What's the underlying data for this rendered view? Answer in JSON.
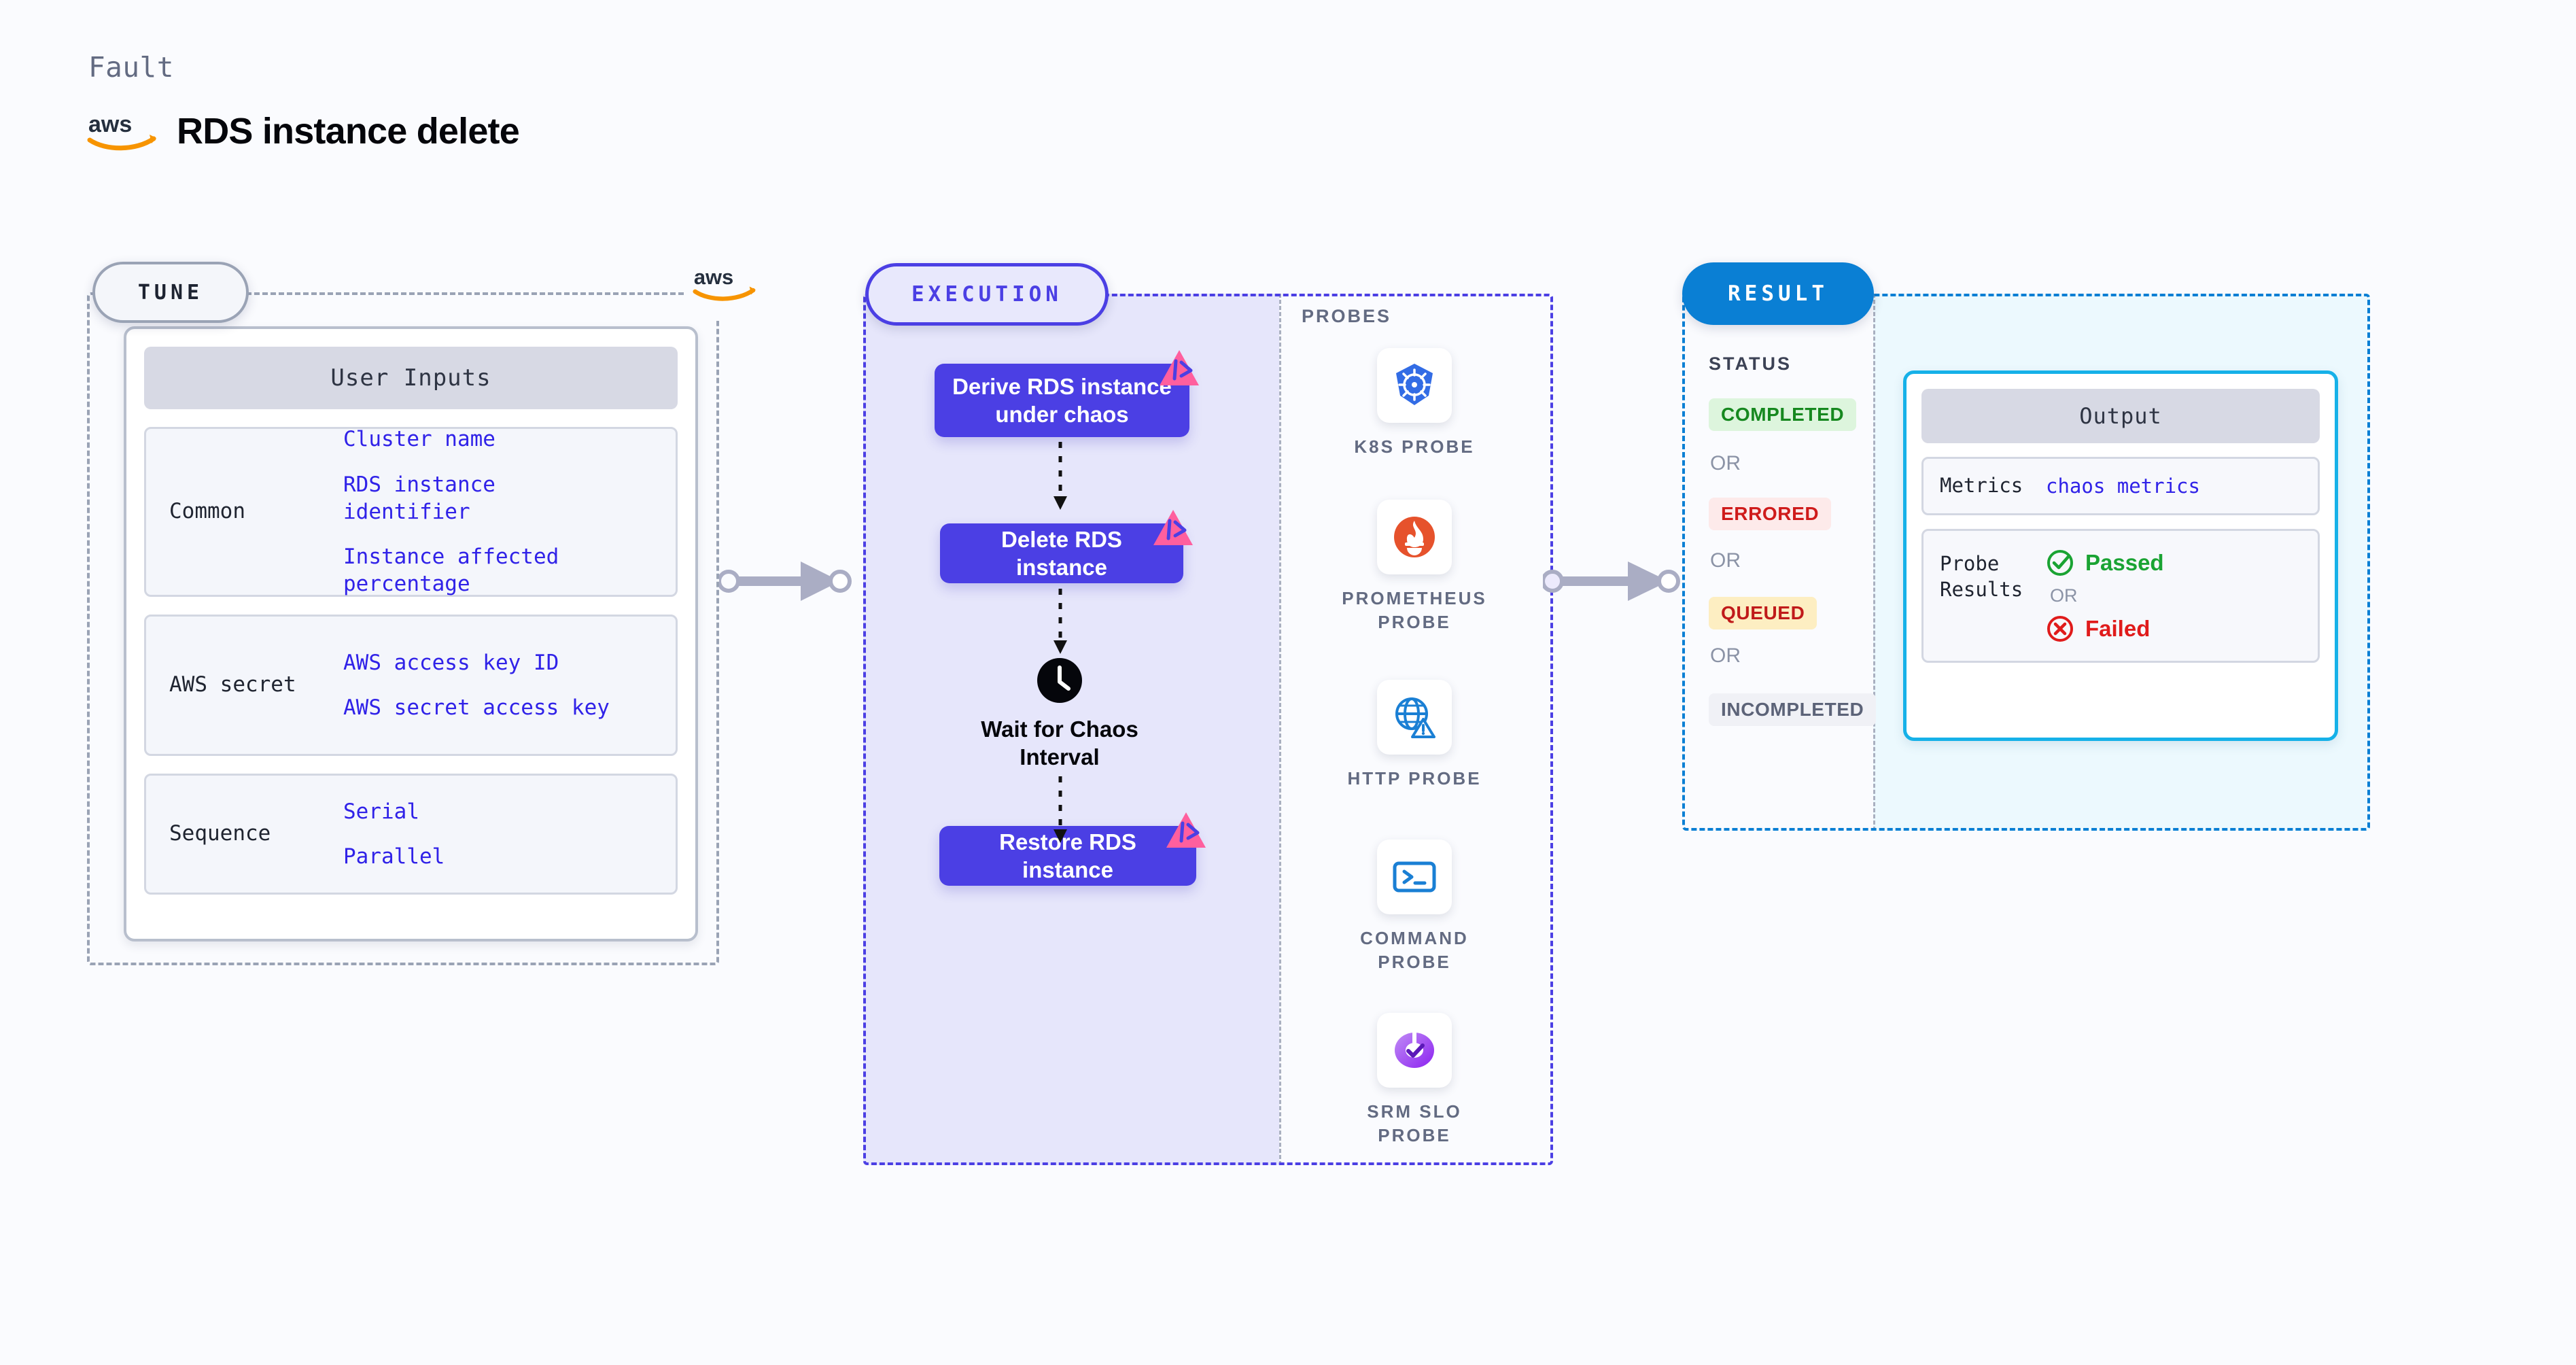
{
  "header": {
    "kicker": "Fault",
    "title": "RDS instance delete",
    "logo_icon": "aws-logo-icon"
  },
  "colors": {
    "background": "#fafbfe",
    "tune_border": "#9aa3b5",
    "execution_accent": "#4b3fe4",
    "execution_fill": "#e6e6fb",
    "result_accent": "#0a7fd4",
    "result_fill": "#ecf9fe",
    "value_text": "#3022e8",
    "litmus_pink": "#ff5f9e",
    "aws_orange": "#f79400",
    "passed_green": "#1aa333",
    "failed_red": "#e01b1b",
    "output_border": "#16b1e8"
  },
  "tune": {
    "pill_label": "TUNE",
    "logo_icon": "aws-logo-icon",
    "card_title": "User Inputs",
    "groups": [
      {
        "label": "Common",
        "values": [
          "Cluster name",
          "RDS instance identifier",
          "Instance affected percentage"
        ]
      },
      {
        "label": "AWS secret",
        "values": [
          "AWS access key ID",
          "AWS secret access key"
        ]
      },
      {
        "label": "Sequence",
        "values": [
          "Serial",
          "Parallel"
        ]
      }
    ]
  },
  "execution": {
    "pill_label": "EXECUTION",
    "nodes": [
      {
        "label": "Derive RDS instance under chaos",
        "badge_icon": "litmus-icon",
        "type": "task"
      },
      {
        "label": "Delete RDS instance",
        "badge_icon": "litmus-icon",
        "type": "task"
      },
      {
        "label": "Wait for Chaos Interval",
        "badge_icon": "clock-icon",
        "type": "wait"
      },
      {
        "label": "Restore RDS instance",
        "badge_icon": "litmus-icon",
        "type": "task"
      }
    ],
    "probes_label": "PROBES",
    "probes": [
      {
        "label": "K8S PROBE",
        "icon": "kubernetes-icon"
      },
      {
        "label": "PROMETHEUS PROBE",
        "icon": "prometheus-icon"
      },
      {
        "label": "HTTP PROBE",
        "icon": "http-globe-icon"
      },
      {
        "label": "COMMAND PROBE",
        "icon": "terminal-icon"
      },
      {
        "label": "SRM SLO PROBE",
        "icon": "srm-slo-icon"
      }
    ]
  },
  "result": {
    "pill_label": "RESULT",
    "status_label": "STATUS",
    "or_label": "OR",
    "statuses": [
      {
        "label": "COMPLETED",
        "bg": "#ddf5dd",
        "fg": "#16881f"
      },
      {
        "label": "ERRORED",
        "bg": "#fdeaea",
        "fg": "#cf1b1b"
      },
      {
        "label": "QUEUED",
        "bg": "#fdeec2",
        "fg": "#c01a1a"
      },
      {
        "label": "INCOMPLETED",
        "bg": "#f0f1f6",
        "fg": "#5c6378"
      }
    ],
    "output": {
      "title": "Output",
      "metrics_label": "Metrics",
      "metrics_value": "chaos metrics",
      "probe_results_label": "Probe Results",
      "passed_label": "Passed",
      "failed_label": "Failed",
      "or_label": "OR",
      "passed_icon": "check-circle-icon",
      "failed_icon": "x-circle-icon"
    }
  }
}
